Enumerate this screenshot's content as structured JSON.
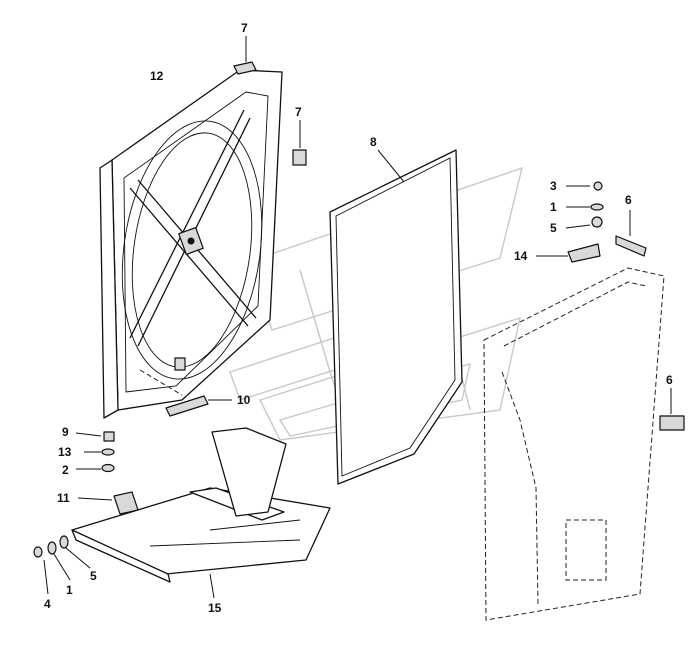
{
  "callouts": [
    {
      "id": "7a",
      "text": "7"
    },
    {
      "id": "12",
      "text": "12"
    },
    {
      "id": "7b",
      "text": "7"
    },
    {
      "id": "8",
      "text": "8"
    },
    {
      "id": "3",
      "text": "3"
    },
    {
      "id": "1a",
      "text": "1"
    },
    {
      "id": "5a",
      "text": "5"
    },
    {
      "id": "6a",
      "text": "6"
    },
    {
      "id": "14",
      "text": "14"
    },
    {
      "id": "6b",
      "text": "6"
    },
    {
      "id": "10",
      "text": "10"
    },
    {
      "id": "9",
      "text": "9"
    },
    {
      "id": "13",
      "text": "13"
    },
    {
      "id": "2",
      "text": "2"
    },
    {
      "id": "11",
      "text": "11"
    },
    {
      "id": "5b",
      "text": "5"
    },
    {
      "id": "1b",
      "text": "1"
    },
    {
      "id": "4",
      "text": "4"
    },
    {
      "id": "15",
      "text": "15"
    }
  ]
}
